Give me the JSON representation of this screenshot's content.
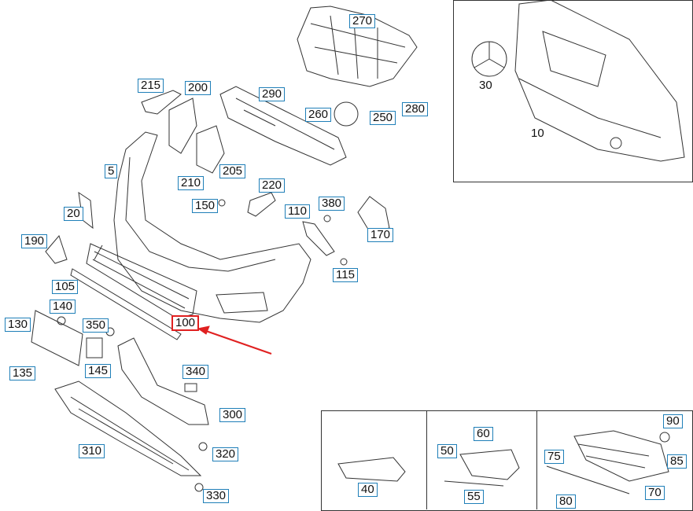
{
  "callouts": [
    "270",
    "215",
    "200",
    "290",
    "260",
    "250",
    "280",
    "5",
    "210",
    "205",
    "220",
    "150",
    "110",
    "380",
    "170",
    "20",
    "190",
    "115",
    "105",
    "140",
    "130",
    "350",
    "100",
    "135",
    "145",
    "340",
    "300",
    "310",
    "320",
    "330"
  ],
  "inset_top": [
    "30",
    "10"
  ],
  "inset_bottom": [
    "40",
    "50",
    "60",
    "55",
    "75",
    "80",
    "90",
    "85",
    "70"
  ],
  "highlight": "100",
  "colors": {
    "callout_border": "#1f7fb8",
    "highlight_border": "#e02020",
    "arrow": "#e02020"
  }
}
